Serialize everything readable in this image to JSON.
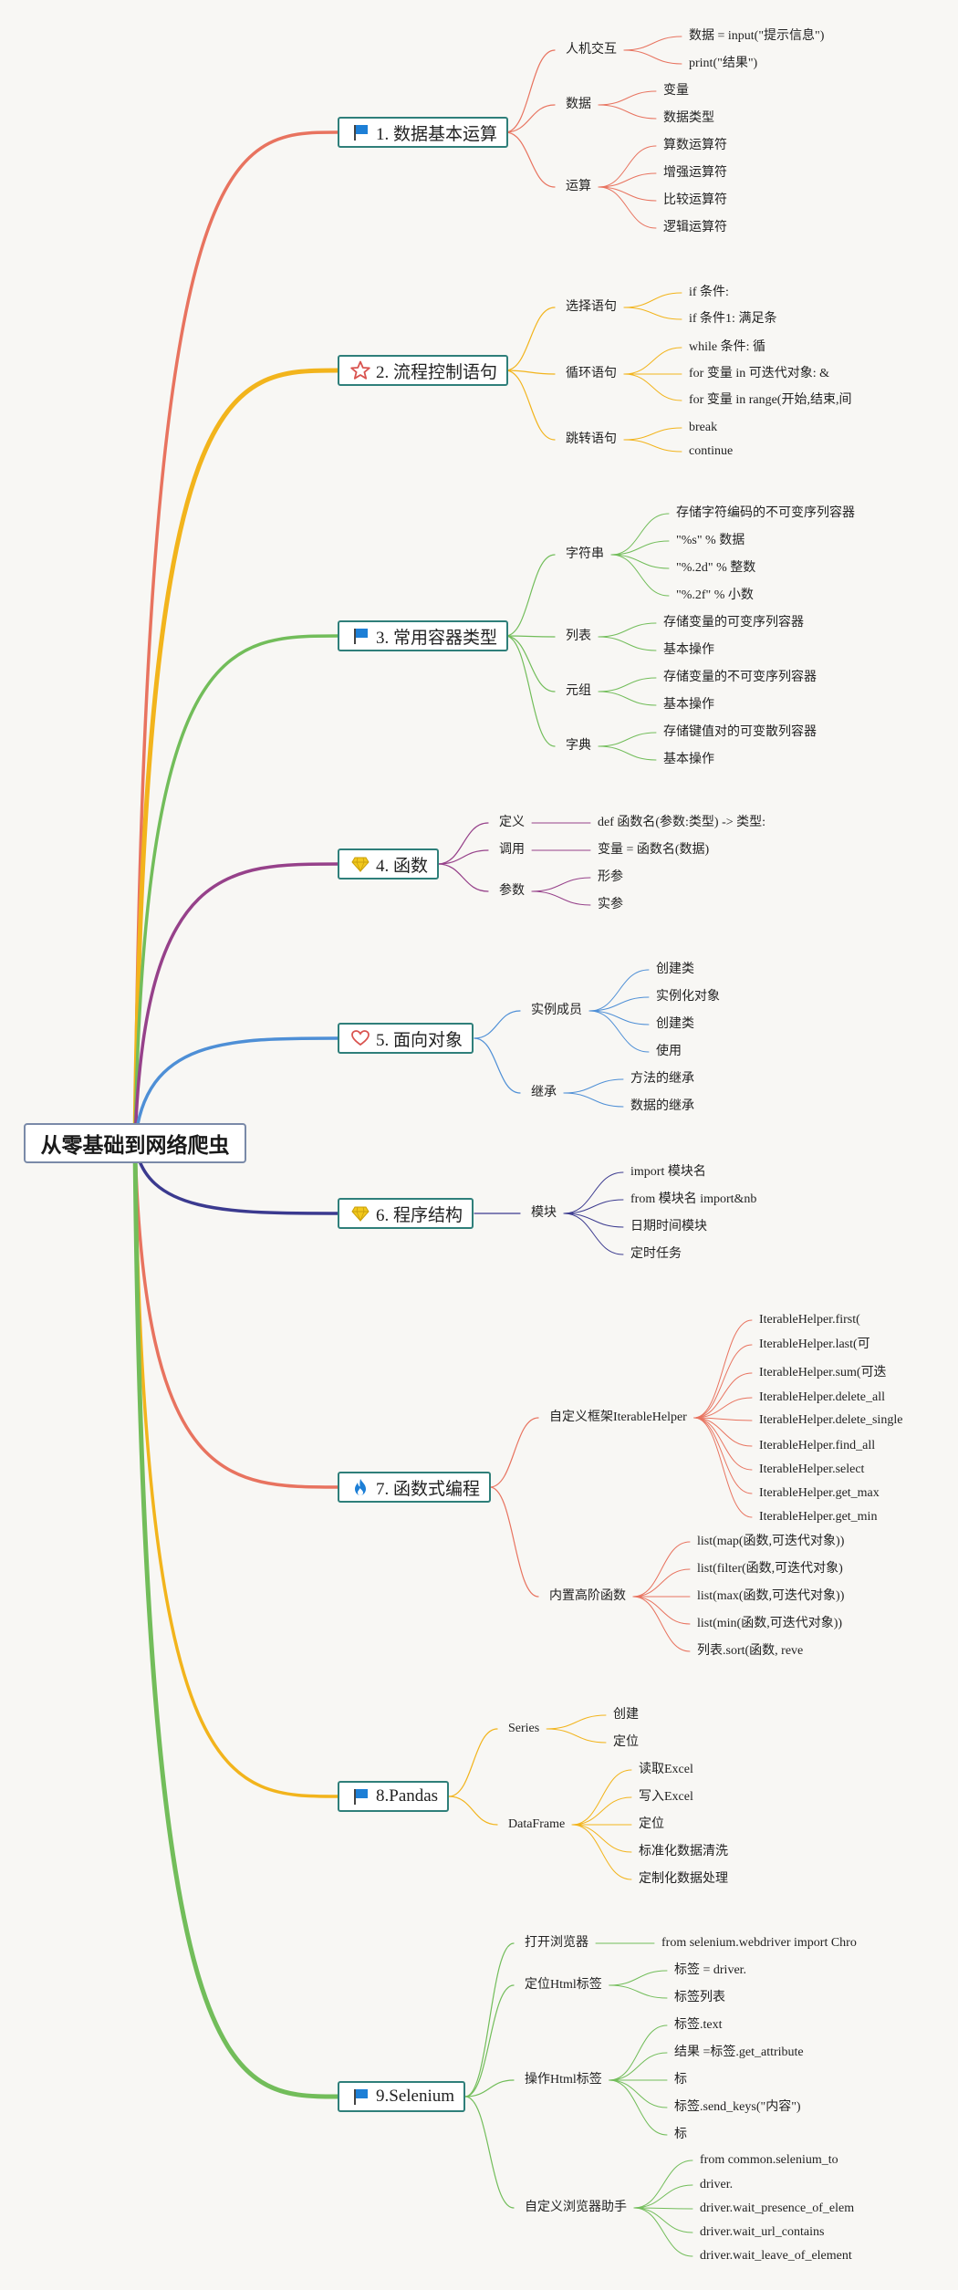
{
  "root": "从零基础到网络爬虫",
  "topics": [
    {
      "label": "1. 数据基本运算",
      "icon": "flag-icon",
      "color": "#e8735f",
      "iconColor": "#1d7fd6",
      "children": [
        {
          "label": "人机交互",
          "leaves": [
            "数据 = input(\"提示信息\")",
            "print(\"结果\")"
          ]
        },
        {
          "label": "数据",
          "leaves": [
            "变量",
            "数据类型"
          ]
        },
        {
          "label": "运算",
          "leaves": [
            "算数运算符",
            "增强运算符",
            "比较运算符",
            "逻辑运算符"
          ]
        }
      ]
    },
    {
      "label": "2. 流程控制语句",
      "icon": "star-icon",
      "color": "#f2b41c",
      "iconColor": "#d9534f",
      "children": [
        {
          "label": "选择语句",
          "leaves": [
            "if 条件:",
            "if 条件1:    满足条"
          ]
        },
        {
          "label": "循环语句",
          "leaves": [
            "while 条件:    循",
            "for 变量 in 可迭代对象:  &",
            "for 变量 in range(开始,结束,间"
          ]
        },
        {
          "label": "跳转语句",
          "leaves": [
            "break",
            "continue"
          ]
        }
      ]
    },
    {
      "label": "3. 常用容器类型",
      "icon": "flag-icon",
      "color": "#72bd5a",
      "iconColor": "#1d7fd6",
      "children": [
        {
          "label": "字符串",
          "leaves": [
            "存储字符编码的不可变序列容器",
            "\"%s\" % 数据",
            "\"%.2d\" % 整数",
            "\"%.2f\" % 小数"
          ]
        },
        {
          "label": "列表",
          "leaves": [
            "存储变量的可变序列容器",
            "基本操作"
          ]
        },
        {
          "label": "元组",
          "leaves": [
            "存储变量的不可变序列容器",
            "基本操作"
          ]
        },
        {
          "label": "字典",
          "leaves": [
            "存储键值对的可变散列容器",
            "基本操作"
          ]
        }
      ]
    },
    {
      "label": "4. 函数",
      "icon": "gem-icon",
      "color": "#96418a",
      "iconColor": "#f2c81c",
      "children": [
        {
          "label": "定义",
          "leaves": [
            "def 函数名(参数:类型) -> 类型:"
          ]
        },
        {
          "label": "调用",
          "leaves": [
            "变量 = 函数名(数据)"
          ]
        },
        {
          "label": "参数",
          "leaves": [
            "形参",
            "实参"
          ]
        }
      ]
    },
    {
      "label": "5. 面向对象",
      "icon": "heart-icon",
      "color": "#4e8fd6",
      "iconColor": "#d9534f",
      "children": [
        {
          "label": "实例成员",
          "leaves": [
            "创建类",
            "实例化对象",
            "创建类",
            "使用"
          ]
        },
        {
          "label": "继承",
          "leaves": [
            "方法的继承",
            "数据的继承"
          ]
        }
      ]
    },
    {
      "label": "6. 程序结构",
      "icon": "gem-icon",
      "color": "#3b3a8f",
      "iconColor": "#f2c81c",
      "children": [
        {
          "label": "模块",
          "leaves": [
            "import 模块名",
            "from 模块名 import&nb",
            "日期时间模块",
            "定时任务"
          ]
        }
      ]
    },
    {
      "label": "7. 函数式编程",
      "icon": "flame-icon",
      "color": "#e8735f",
      "iconColor": "#1d7fd6",
      "children": [
        {
          "label": "自定义框架IterableHelper",
          "leaves": [
            "IterableHelper.first(",
            "IterableHelper.last(可",
            "IterableHelper.sum(可迭",
            "IterableHelper.delete_all",
            "IterableHelper.delete_single",
            "IterableHelper.find_all",
            "IterableHelper.select",
            "IterableHelper.get_max",
            "IterableHelper.get_min"
          ]
        },
        {
          "label": "内置高阶函数",
          "leaves": [
            "list(map(函数,可迭代对象))",
            "list(filter(函数,可迭代对象)",
            "list(max(函数,可迭代对象))",
            "list(min(函数,可迭代对象))",
            "列表.sort(函数, reve"
          ]
        }
      ]
    },
    {
      "label": "8.Pandas",
      "icon": "flag-icon",
      "color": "#f2b41c",
      "iconColor": "#1d7fd6",
      "children": [
        {
          "label": "Series",
          "leaves": [
            "创建",
            "定位"
          ]
        },
        {
          "label": "DataFrame",
          "leaves": [
            "读取Excel",
            "写入Excel",
            "定位",
            "标准化数据清洗",
            "定制化数据处理"
          ]
        }
      ]
    },
    {
      "label": "9.Selenium",
      "icon": "flag-icon",
      "color": "#72bd5a",
      "iconColor": "#1d7fd6",
      "children": [
        {
          "label": "打开浏览器",
          "leaves": [
            "from selenium.webdriver import Chro"
          ]
        },
        {
          "label": "定位Html标签",
          "leaves": [
            "标签 = driver.",
            "标签列表"
          ]
        },
        {
          "label": "操作Html标签",
          "leaves": [
            "标签.text",
            "结果 =标签.get_attribute",
            "标",
            "标签.send_keys(\"内容\")",
            "标"
          ]
        },
        {
          "label": "自定义浏览器助手",
          "leaves": [
            "from common.selenium_to",
            "driver.",
            "driver.wait_presence_of_elem",
            "driver.wait_url_contains",
            "driver.wait_leave_of_element"
          ]
        }
      ]
    }
  ]
}
